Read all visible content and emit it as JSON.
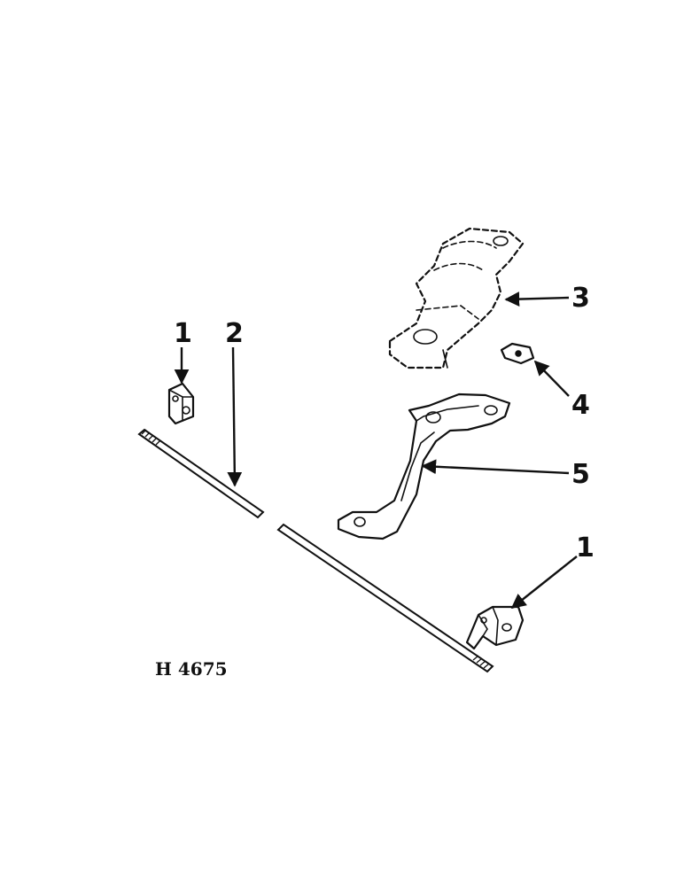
{
  "callouts": [
    "1",
    "2",
    "3",
    "4",
    "5",
    "1"
  ],
  "figure_code": "H 4675",
  "colors": {
    "ink": "#111111",
    "paper": "#ffffff"
  }
}
